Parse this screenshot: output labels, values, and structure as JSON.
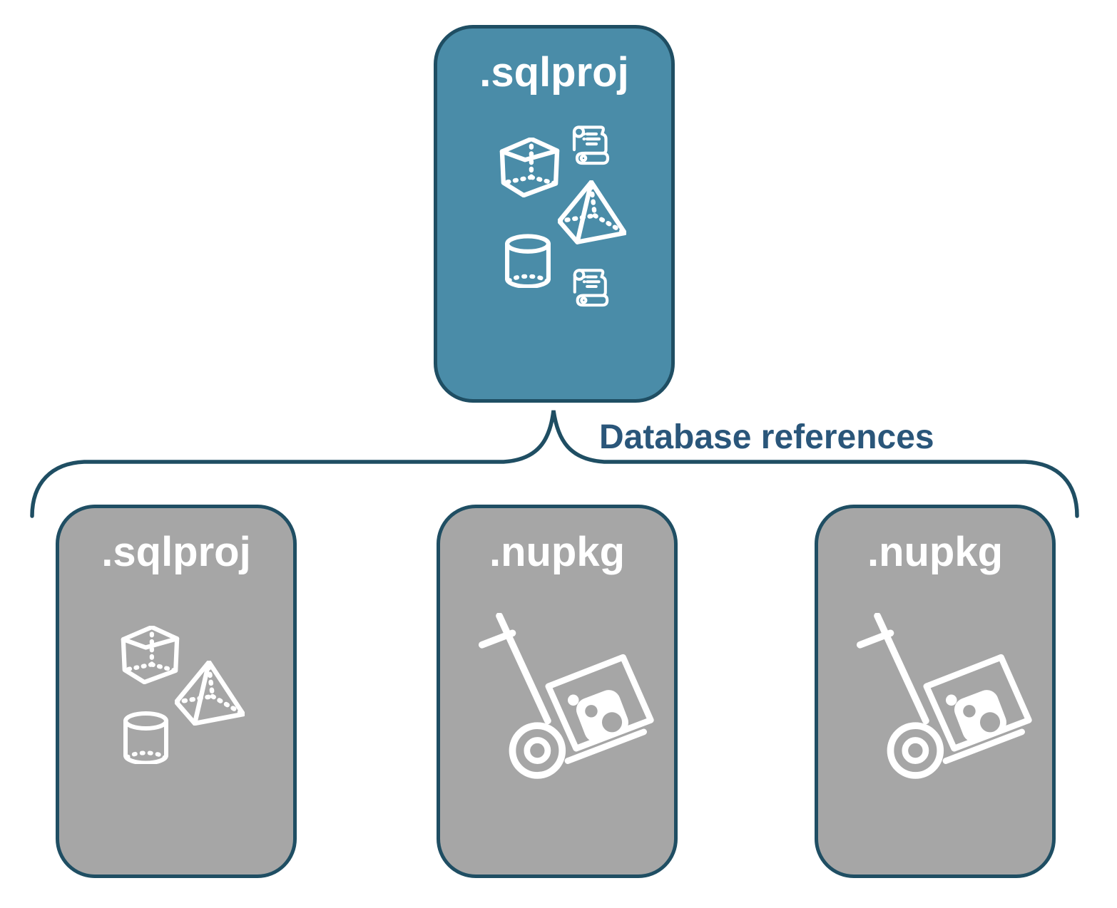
{
  "diagram": {
    "root_box": {
      "label": ".sqlproj",
      "icons": [
        "script-scroll-icon",
        "cube-icon",
        "pyramid-icon",
        "cylinder-icon",
        "script-scroll-icon"
      ]
    },
    "connector": {
      "label": "Database references"
    },
    "child_boxes": [
      {
        "label": ".sqlproj",
        "icons": [
          "cube-icon",
          "pyramid-icon",
          "cylinder-icon"
        ]
      },
      {
        "label": ".nupkg",
        "icons": [
          "hand-truck-package-icon"
        ]
      },
      {
        "label": ".nupkg",
        "icons": [
          "hand-truck-package-icon"
        ]
      }
    ],
    "colors": {
      "page_bg": "#FFFFFF",
      "root_fill": "#4A8CA8",
      "child_fill": "#A6A6A6",
      "box_border": "#1F4E63",
      "connector_stroke": "#1F4E63",
      "connector_label": "#2A567A",
      "box_label": "#FFFFFF",
      "icon_stroke": "#FFFFFF"
    }
  }
}
